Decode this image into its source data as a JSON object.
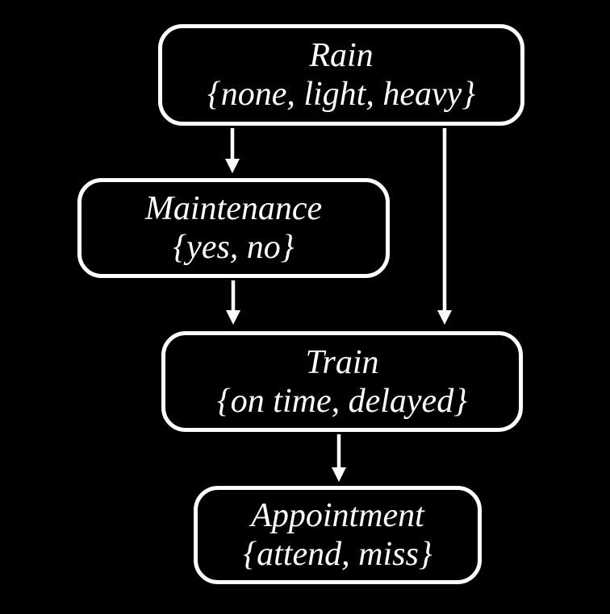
{
  "diagram": {
    "kind": "bayesian-network",
    "background_color": "#000000",
    "node_border_color": "#ffffff",
    "node_fill_color": "#000000",
    "text_color": "#ffffff",
    "arrow_color": "#ffffff",
    "nodes": [
      {
        "id": "rain",
        "label": "Rain",
        "domain": "{none, light, heavy}"
      },
      {
        "id": "maintenance",
        "label": "Maintenance",
        "domain": "{yes, no}"
      },
      {
        "id": "train",
        "label": "Train",
        "domain": "{on time, delayed}"
      },
      {
        "id": "appointment",
        "label": "Appointment",
        "domain": "{attend, miss}"
      }
    ],
    "edges": [
      {
        "from": "Rain",
        "to": "Maintenance"
      },
      {
        "from": "Rain",
        "to": "Train"
      },
      {
        "from": "Maintenance",
        "to": "Train"
      },
      {
        "from": "Train",
        "to": "Appointment"
      }
    ]
  }
}
